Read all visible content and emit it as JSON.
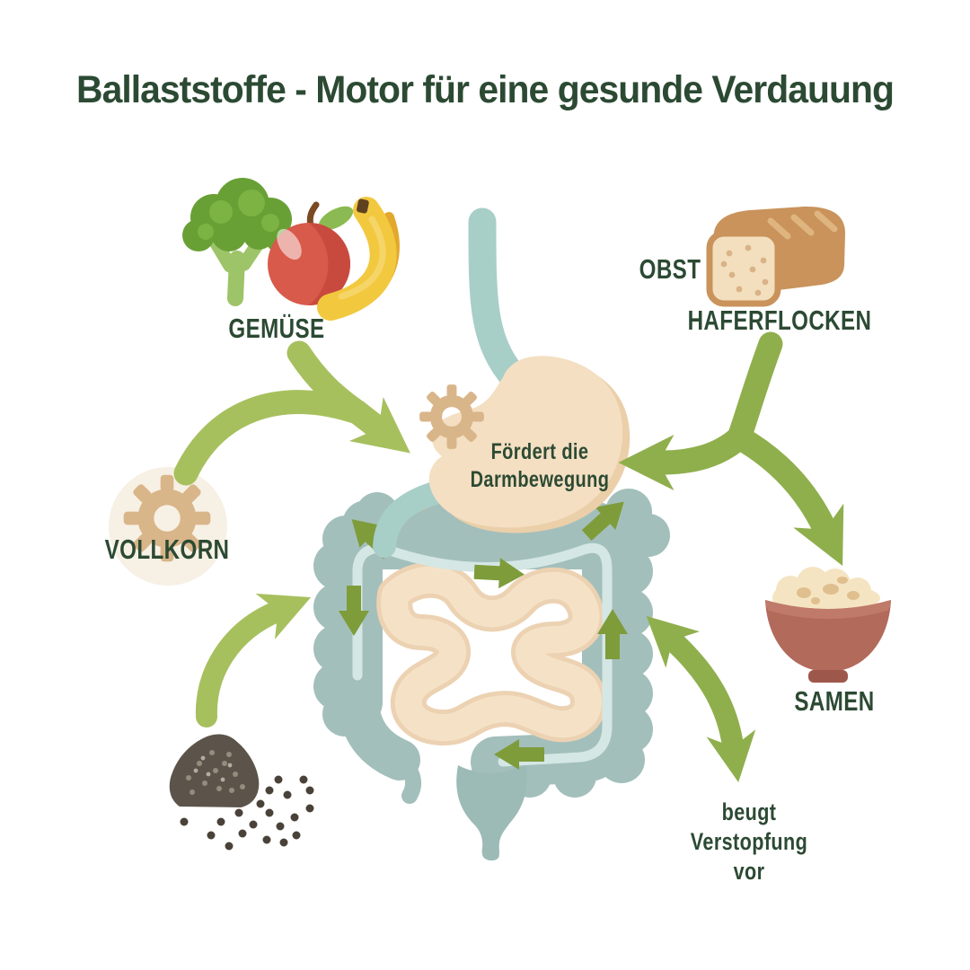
{
  "title": "Ballaststoffe - Motor für eine gesunde Verdauung",
  "labels": {
    "gemuese": "GEMÜSE",
    "obst": "OBST",
    "haferflocken": "HAFERFLOCKEN",
    "vollkorn": "VOLLKORN",
    "samen": "SAMEN"
  },
  "annotations": {
    "stomach_line1": "Fördert die",
    "stomach_line2": "Darmbewegung",
    "bottom_line1": "beugt",
    "bottom_line2": "Verstopfung",
    "bottom_line3": "vor"
  },
  "icons": [
    "broccoli-icon",
    "apple-icon",
    "banana-icon",
    "bread-icon",
    "gear-icon",
    "seeds-pile-icon",
    "seed-bowl-icon",
    "stomach-illustration",
    "colon-illustration",
    "small-intestine-illustration",
    "esophagus-illustration",
    "rectum-illustration"
  ],
  "colors": {
    "title_green": "#2c4a33",
    "arrow_light_green": "#a7c05e",
    "arrow_dark_green": "#8faf4d",
    "flow_arrow_olive": "#7e9c3a",
    "colon_teal": "#a3bfbb",
    "esophagus_teal": "#a8cec8",
    "track_blue": "#d4e7e5",
    "stomach_beige": "#f4dfc3",
    "stomach_shadow": "#ebcfa9",
    "intestine_beige": "#f5e2c6",
    "gear_tan": "#d9b58a",
    "vollkorn_circle": "#f7f0e4",
    "bowl_red": "#b26a5b",
    "bread_crust": "#c9935b",
    "bread_face": "#f3dfbd",
    "seed_dark": "#5c544a",
    "broccoli_green": "#68a035",
    "apple_red": "#d85a4b",
    "banana_yellow": "#f2c83e"
  }
}
